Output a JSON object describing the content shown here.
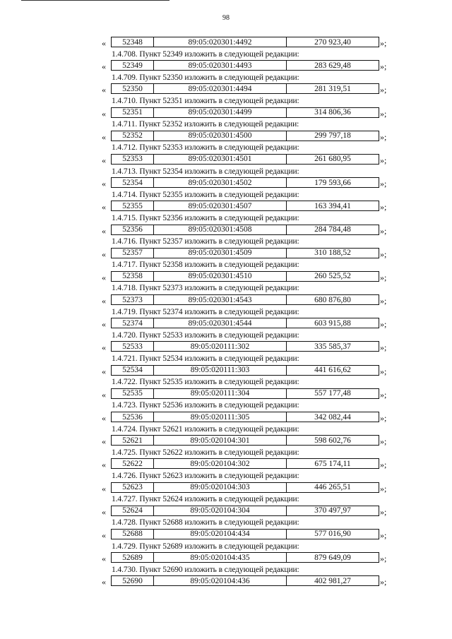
{
  "page_number": "98",
  "first_row": {
    "id": "52348",
    "cad": "89:05:020301:4492",
    "value": "270 923,40",
    "close": "»;"
  },
  "entries": [
    {
      "heading": "1.4.708. Пункт 52349 изложить в следующей редакции:",
      "id": "52349",
      "cad": "89:05:020301:4493",
      "value": "283 629,48"
    },
    {
      "heading": "1.4.709. Пункт 52350 изложить в следующей редакции:",
      "id": "52350",
      "cad": "89:05:020301:4494",
      "value": "281 319,51"
    },
    {
      "heading": "1.4.710. Пункт 52351 изложить в следующей редакции:",
      "id": "52351",
      "cad": "89:05:020301:4499",
      "value": "314 806,36"
    },
    {
      "heading": "1.4.711. Пункт 52352 изложить в следующей редакции:",
      "id": "52352",
      "cad": "89:05:020301:4500",
      "value": "299 797,18"
    },
    {
      "heading": "1.4.712. Пункт 52353 изложить в следующей редакции:",
      "id": "52353",
      "cad": "89:05:020301:4501",
      "value": "261 680,95"
    },
    {
      "heading": "1.4.713. Пункт 52354 изложить в следующей редакции:",
      "id": "52354",
      "cad": "89:05:020301:4502",
      "value": "179 593,66"
    },
    {
      "heading": "1.4.714. Пункт 52355 изложить в следующей редакции:",
      "id": "52355",
      "cad": "89:05:020301:4507",
      "value": "163 394,41"
    },
    {
      "heading": "1.4.715. Пункт 52356 изложить в следующей редакции:",
      "id": "52356",
      "cad": "89:05:020301:4508",
      "value": "284 784,48"
    },
    {
      "heading": "1.4.716. Пункт 52357 изложить в следующей редакции:",
      "id": "52357",
      "cad": "89:05:020301:4509",
      "value": "310 188,52"
    },
    {
      "heading": "1.4.717. Пункт 52358 изложить в следующей редакции:",
      "id": "52358",
      "cad": "89:05:020301:4510",
      "value": "260 525,52"
    },
    {
      "heading": "1.4.718. Пункт 52373 изложить в следующей редакции:",
      "id": "52373",
      "cad": "89:05:020301:4543",
      "value": "680 876,80"
    },
    {
      "heading": "1.4.719. Пункт 52374 изложить в следующей редакции:",
      "id": "52374",
      "cad": "89:05:020301:4544",
      "value": "603 915,88"
    },
    {
      "heading": "1.4.720. Пункт 52533 изложить в следующей редакции:",
      "id": "52533",
      "cad": "89:05:020111:302",
      "value": "335 585,37"
    },
    {
      "heading": "1.4.721. Пункт 52534 изложить в следующей редакции:",
      "id": "52534",
      "cad": "89:05:020111:303",
      "value": "441 616,62"
    },
    {
      "heading": "1.4.722. Пункт 52535 изложить в следующей редакции:",
      "id": "52535",
      "cad": "89:05:020111:304",
      "value": "557 177,48"
    },
    {
      "heading": "1.4.723. Пункт 52536 изложить в следующей редакции:",
      "id": "52536",
      "cad": "89:05:020111:305",
      "value": "342 082,44"
    },
    {
      "heading": "1.4.724. Пункт 52621 изложить в следующей редакции:",
      "id": "52621",
      "cad": "89:05:020104:301",
      "value": "598 602,76"
    },
    {
      "heading": "1.4.725. Пункт 52622 изложить в следующей редакции:",
      "id": "52622",
      "cad": "89:05:020104:302",
      "value": "675 174,11"
    },
    {
      "heading": "1.4.726. Пункт 52623 изложить в следующей редакции:",
      "id": "52623",
      "cad": "89:05:020104:303",
      "value": "446 265,51"
    },
    {
      "heading": "1.4.727. Пункт 52624 изложить в следующей редакции:",
      "id": "52624",
      "cad": "89:05:020104:304",
      "value": "370 497,97"
    },
    {
      "heading": "1.4.728. Пункт 52688 изложить в следующей редакции:",
      "id": "52688",
      "cad": "89:05:020104:434",
      "value": "577 016,90"
    },
    {
      "heading": "1.4.729. Пункт 52689 изложить в следующей редакции:",
      "id": "52689",
      "cad": "89:05:020104:435",
      "value": "879 649,09"
    },
    {
      "heading": "1.4.730. Пункт 52690 изложить в следующей редакции:",
      "id": "52690",
      "cad": "89:05:020104:436",
      "value": "402 981,27"
    }
  ],
  "open_quote": "«",
  "close_quote": "»;"
}
